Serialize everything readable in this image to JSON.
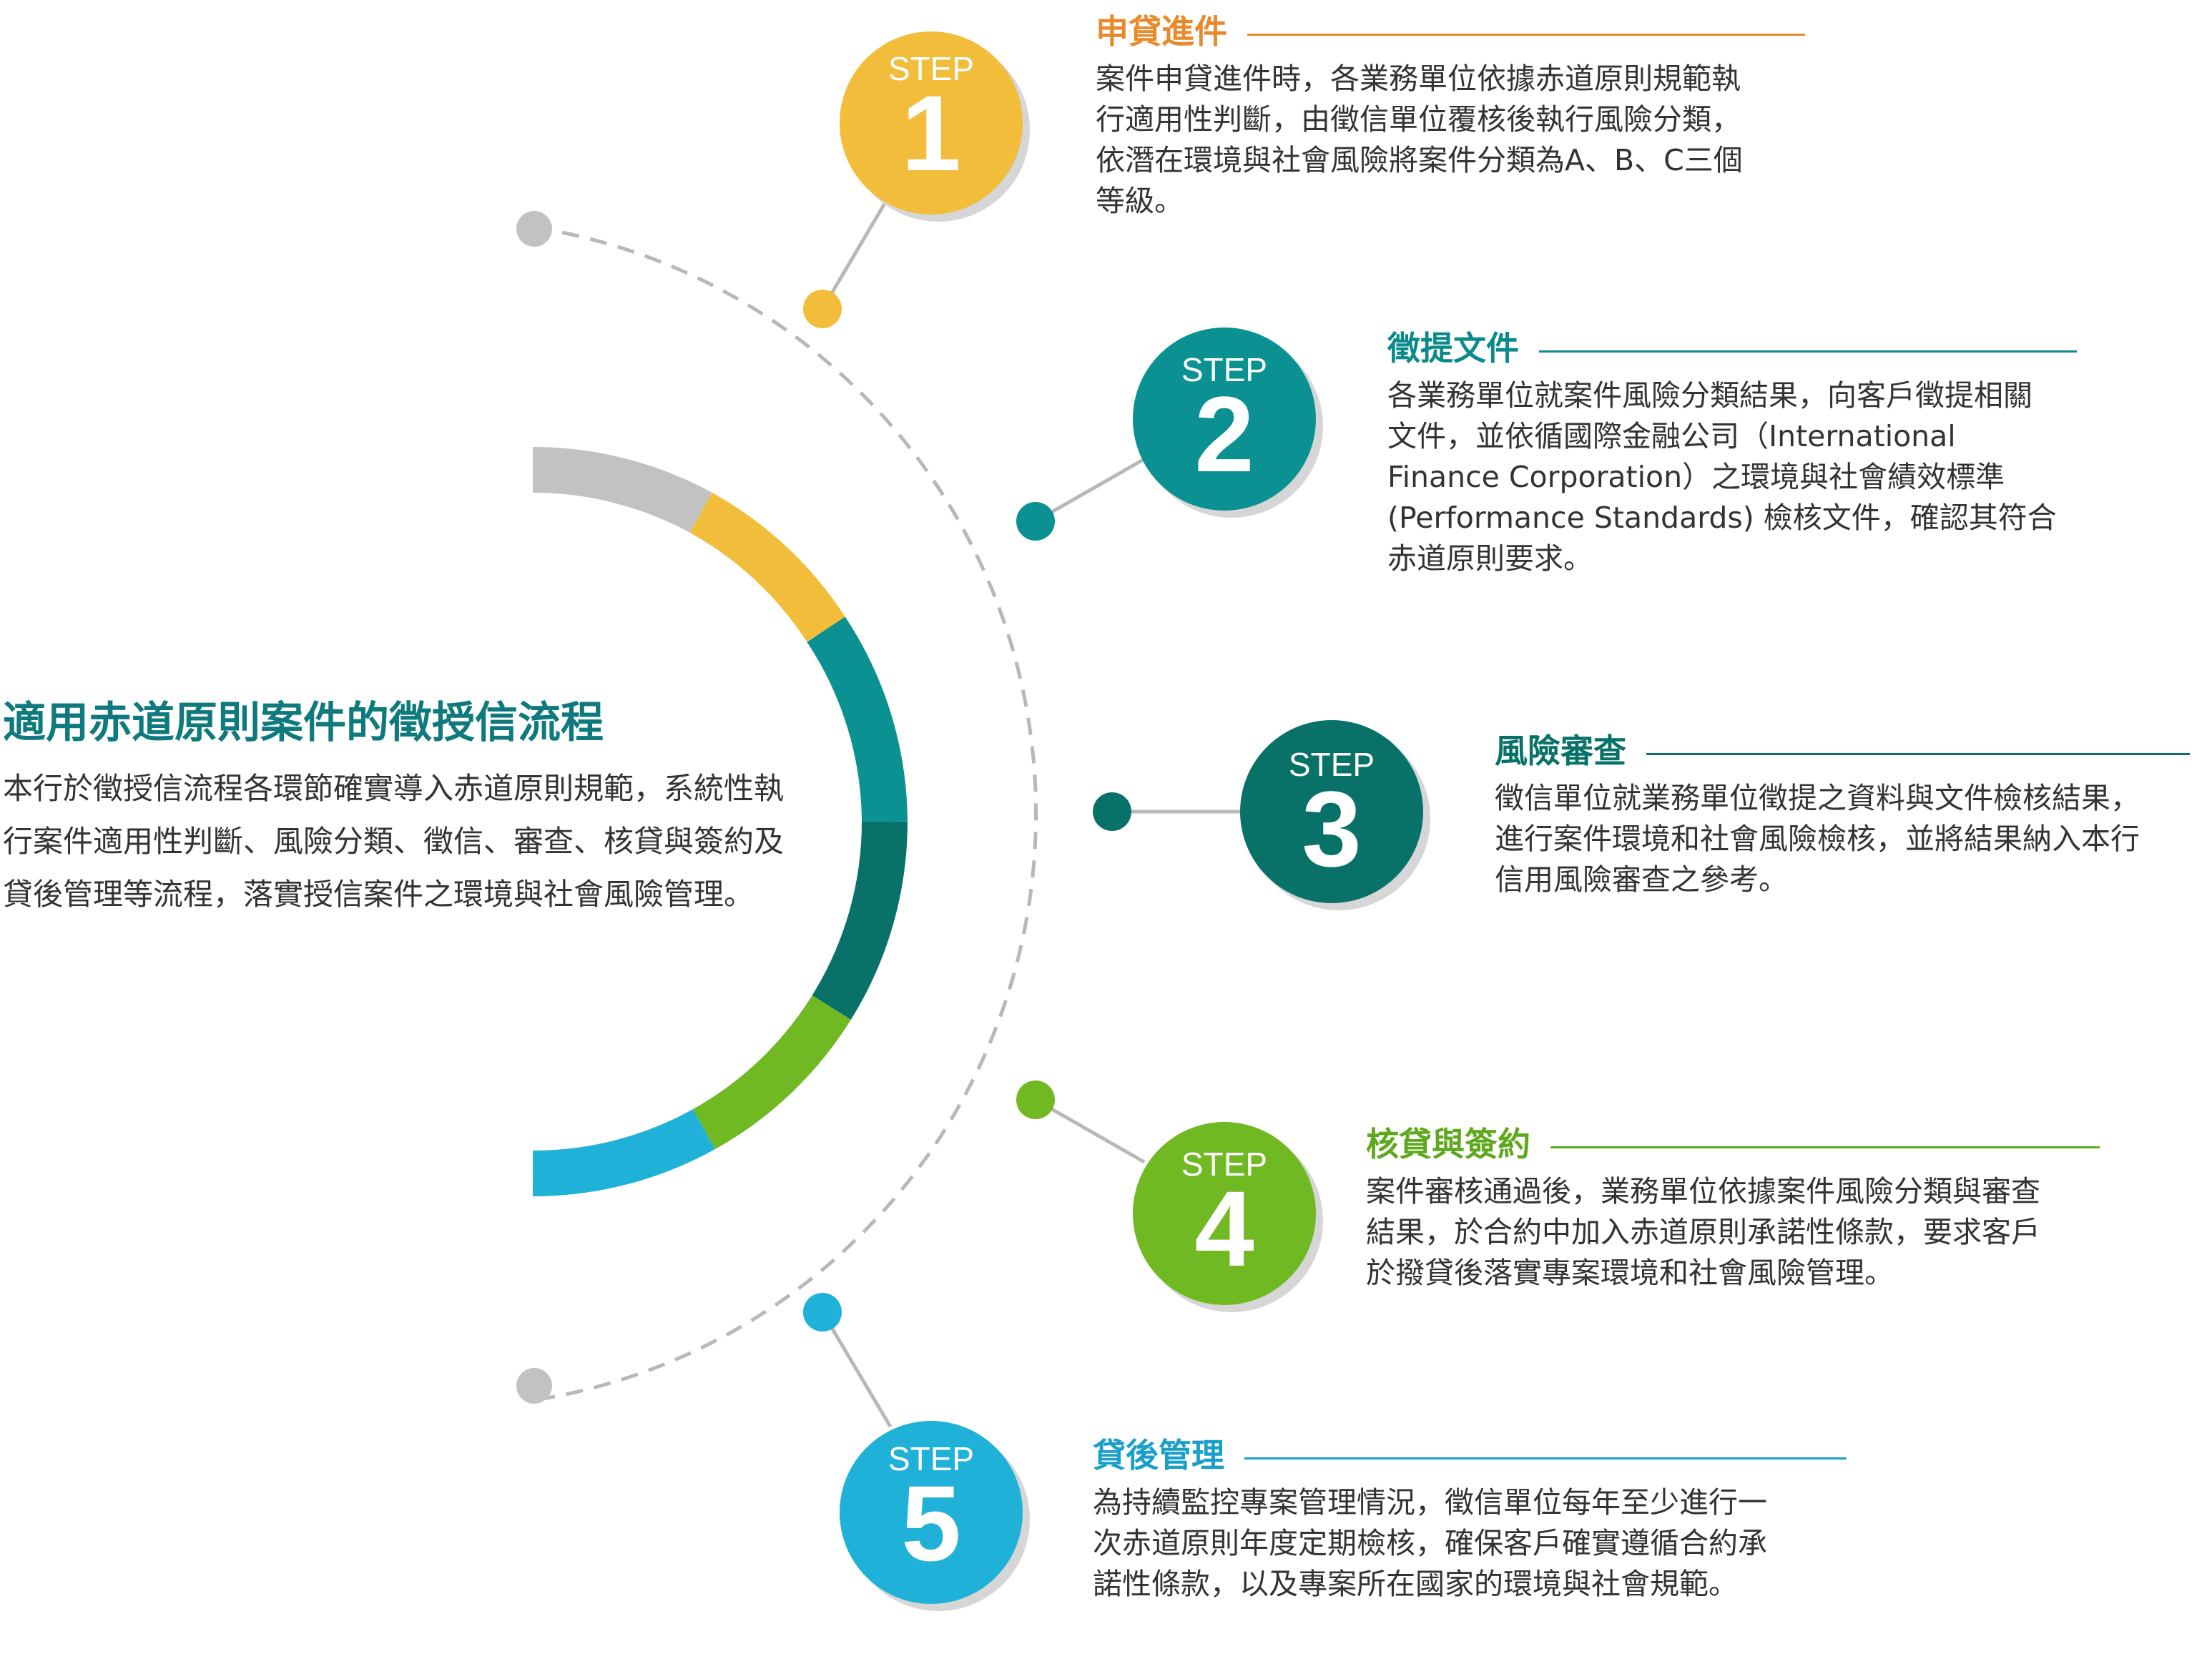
{
  "main": {
    "title": "適用赤道原則案件的徵授信流程",
    "description": "本行於徵授信流程各環節確實導入赤道原則規範，系統性執行案件適用性判斷、風險分類、徵信、審查、核貸與簽約及貸後管理等流程，落實授信案件之環境與社會風險管理。"
  },
  "colors": {
    "gray": "#c2c2c2",
    "yellow": "#f1bd3b",
    "teal": "#0b9191",
    "dark_teal": "#087268",
    "green": "#70b922",
    "blue": "#1fb1d8",
    "title_teal": "#0f7a7d",
    "orange": "#e88a2b"
  },
  "steps": [
    {
      "label": "STEP",
      "number": "1",
      "title": "申貸進件",
      "color": "#f1bd3b",
      "title_color": "#e88a2b",
      "lines": [
        "案件申貸進件時，各業務單位依據赤道原則規範執",
        "行適用性判斷，由徵信單位覆核後執行風險分類，",
        "依潛在環境與社會風險將案件分類為A、B、C三個",
        "等級。"
      ]
    },
    {
      "label": "STEP",
      "number": "2",
      "title": "徵提文件",
      "color": "#0b9191",
      "title_color": "#0b8a8c",
      "lines": [
        "各業務單位就案件風險分類結果，向客戶徵提相關",
        "文件，並依循國際金融公司（International",
        "Finance Corporation）之環境與社會績效標準",
        "(Performance Standards) 檢核文件，確認其符合",
        "赤道原則要求。"
      ]
    },
    {
      "label": "STEP",
      "number": "3",
      "title": "風險審查",
      "color": "#087268",
      "title_color": "#087268",
      "lines": [
        "徵信單位就業務單位徵提之資料與文件檢核結果，",
        "進行案件環境和社會風險檢核，並將結果納入本行",
        "信用風險審查之參考。"
      ]
    },
    {
      "label": "STEP",
      "number": "4",
      "title": "核貸與簽約",
      "color": "#70b922",
      "title_color": "#5ea81c",
      "lines": [
        "案件審核通過後，業務單位依據案件風險分類與審查",
        "結果，於合約中加入赤道原則承諾性條款，要求客戶",
        "於撥貸後落實專案環境和社會風險管理。"
      ]
    },
    {
      "label": "STEP",
      "number": "5",
      "title": "貸後管理",
      "color": "#1fb1d8",
      "title_color": "#1a9fc8",
      "lines": [
        "為持續監控專案管理情況，徵信單位每年至少進行一",
        "次赤道原則年度定期檢核，確保客戶確實遵循合約承",
        "諾性條款，以及專案所在國家的環境與社會規範。"
      ]
    }
  ]
}
